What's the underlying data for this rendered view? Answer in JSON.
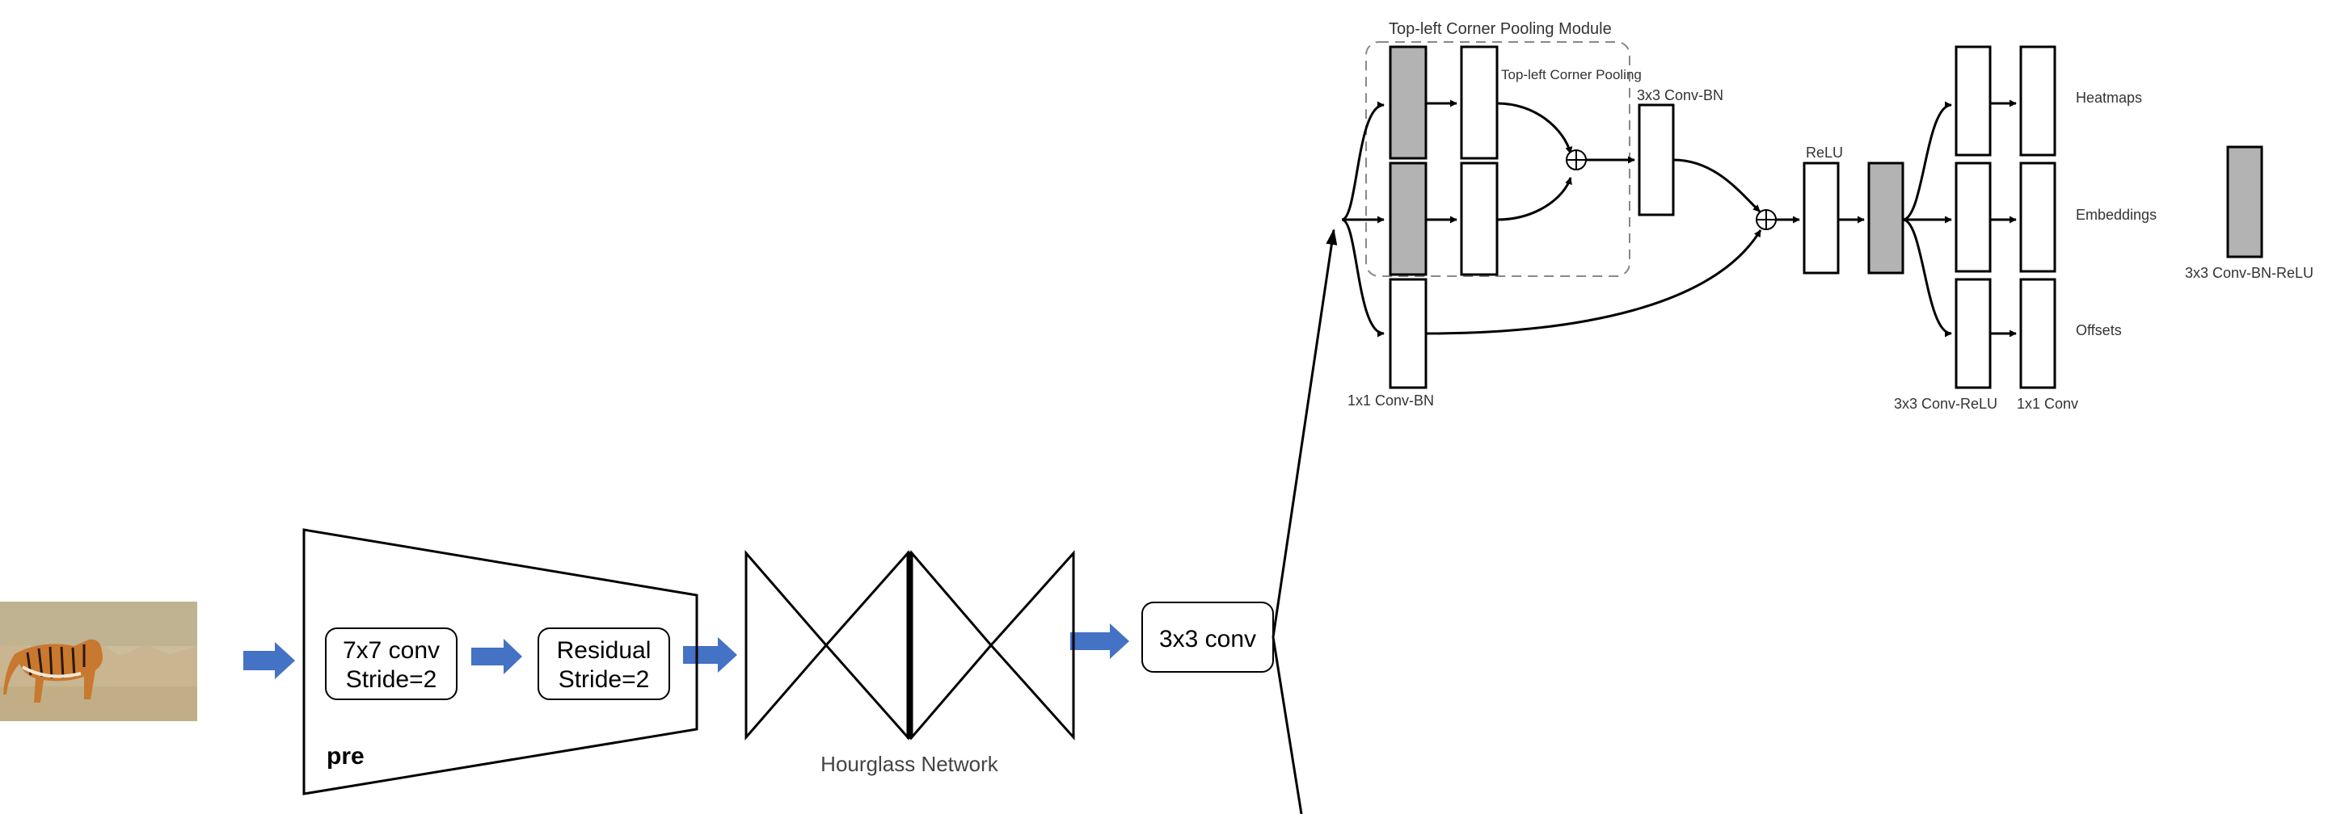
{
  "colors": {
    "arrow_blue": "#4472c4",
    "block_gray": "#b3b3b3",
    "block_white": "#ffffff",
    "line": "#000000"
  },
  "labels": {
    "pre_stage": "pre",
    "conv7_line1": "7x7 conv",
    "conv7_line2": "Stride=2",
    "residual_line1": "Residual",
    "residual_line2": "Stride=2",
    "hourglass": "Hourglass Network",
    "conv3": "3x3 conv",
    "module_title": "Top-left Corner Pooling Module",
    "corner_pooling": "Top-left Corner Pooling",
    "conv_bn_3x3": "3x3 Conv-BN",
    "conv_bn_1x1": "1x1 Conv-BN",
    "relu": "ReLU",
    "heatmaps": "Heatmaps",
    "embeddings": "Embeddings",
    "offsets": "Offsets",
    "conv_relu_3x3": "3x3 Conv-ReLU",
    "conv_1x1": "1x1 Conv",
    "legend_conv_bn_relu": "3x3 Conv-BN-ReLU"
  }
}
